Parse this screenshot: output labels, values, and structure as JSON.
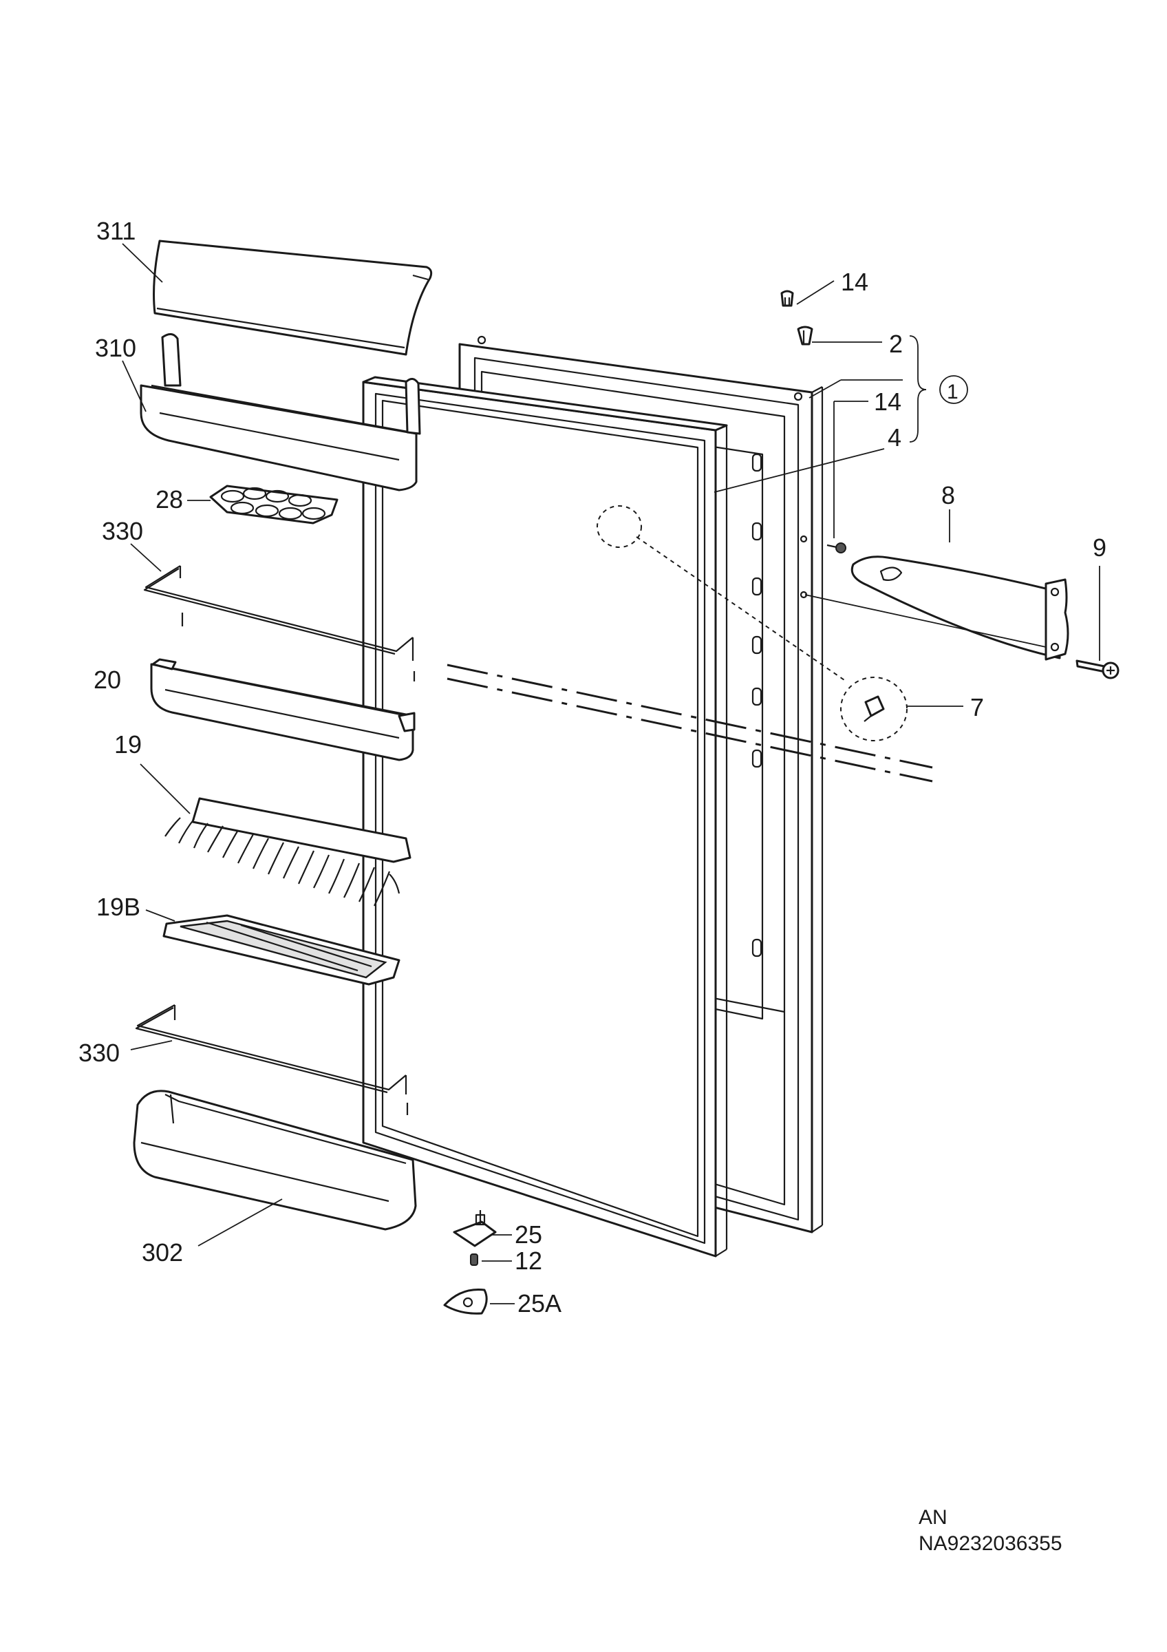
{
  "labels": {
    "p311": "311",
    "p310": "310",
    "p28": "28",
    "p330a": "330",
    "p20": "20",
    "p19": "19",
    "p19b": "19B",
    "p330b": "330",
    "p302": "302",
    "p14a": "14",
    "p2": "2",
    "p1": "1",
    "p14b": "14",
    "p4": "4",
    "p8": "8",
    "p9": "9",
    "p7": "7",
    "p25": "25",
    "p12": "12",
    "p25a": "25A"
  },
  "footer": {
    "code": "AN",
    "drawing_number": "NA9232036355"
  }
}
